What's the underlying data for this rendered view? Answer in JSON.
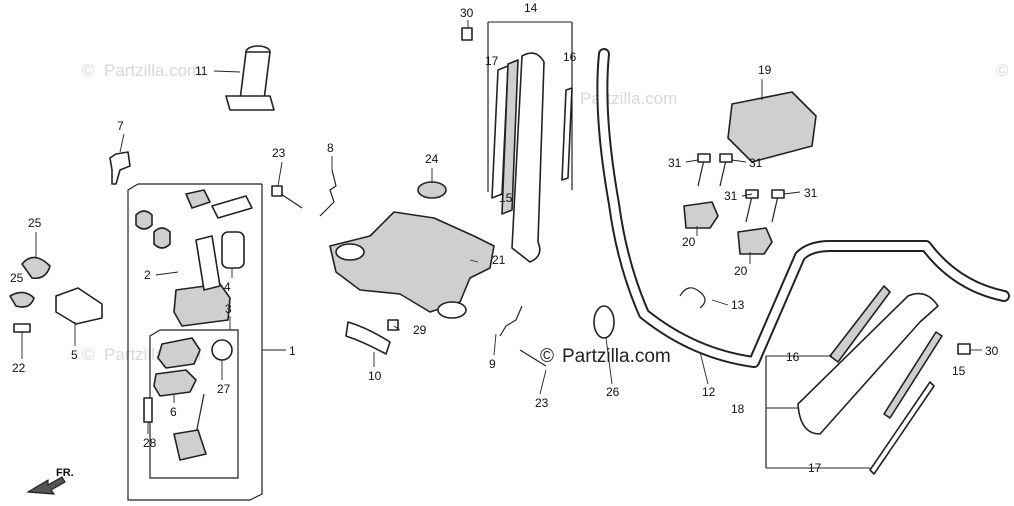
{
  "watermarks": {
    "text_top": "Partzilla.com",
    "text_main": "Partzilla.com",
    "copyright": "©"
  },
  "front_marker": "FR.",
  "callouts": [
    "1",
    "2",
    "3",
    "4",
    "5",
    "6",
    "7",
    "8",
    "9",
    "10",
    "11",
    "12",
    "13",
    "14",
    "15",
    "15",
    "16",
    "16",
    "17",
    "17",
    "18",
    "19",
    "20",
    "20",
    "21",
    "22",
    "23",
    "23",
    "24",
    "25",
    "25",
    "26",
    "27",
    "28",
    "29",
    "30",
    "30",
    "31",
    "31",
    "31",
    "31"
  ],
  "callout_labels": {
    "c1": "1",
    "c2": "2",
    "c3": "3",
    "c4": "4",
    "c5": "5",
    "c6": "6",
    "c7": "7",
    "c8": "8",
    "c9": "9",
    "c10": "10",
    "c11": "11",
    "c12": "12",
    "c13": "13",
    "c14": "14",
    "c15a": "15",
    "c15b": "15",
    "c16a": "16",
    "c16b": "16",
    "c17a": "17",
    "c17b": "17",
    "c18": "18",
    "c19": "19",
    "c20a": "20",
    "c20b": "20",
    "c21": "21",
    "c22": "22",
    "c23a": "23",
    "c23b": "23",
    "c24": "24",
    "c25a": "25",
    "c25b": "25",
    "c26": "26",
    "c27": "27",
    "c28": "28",
    "c29": "29",
    "c30a": "30",
    "c30b": "30",
    "c31a": "31",
    "c31b": "31",
    "c31c": "31",
    "c31d": "31"
  },
  "icons": {
    "front_arrow": "fr-arrow-icon",
    "copyright": "copyright-icon"
  }
}
